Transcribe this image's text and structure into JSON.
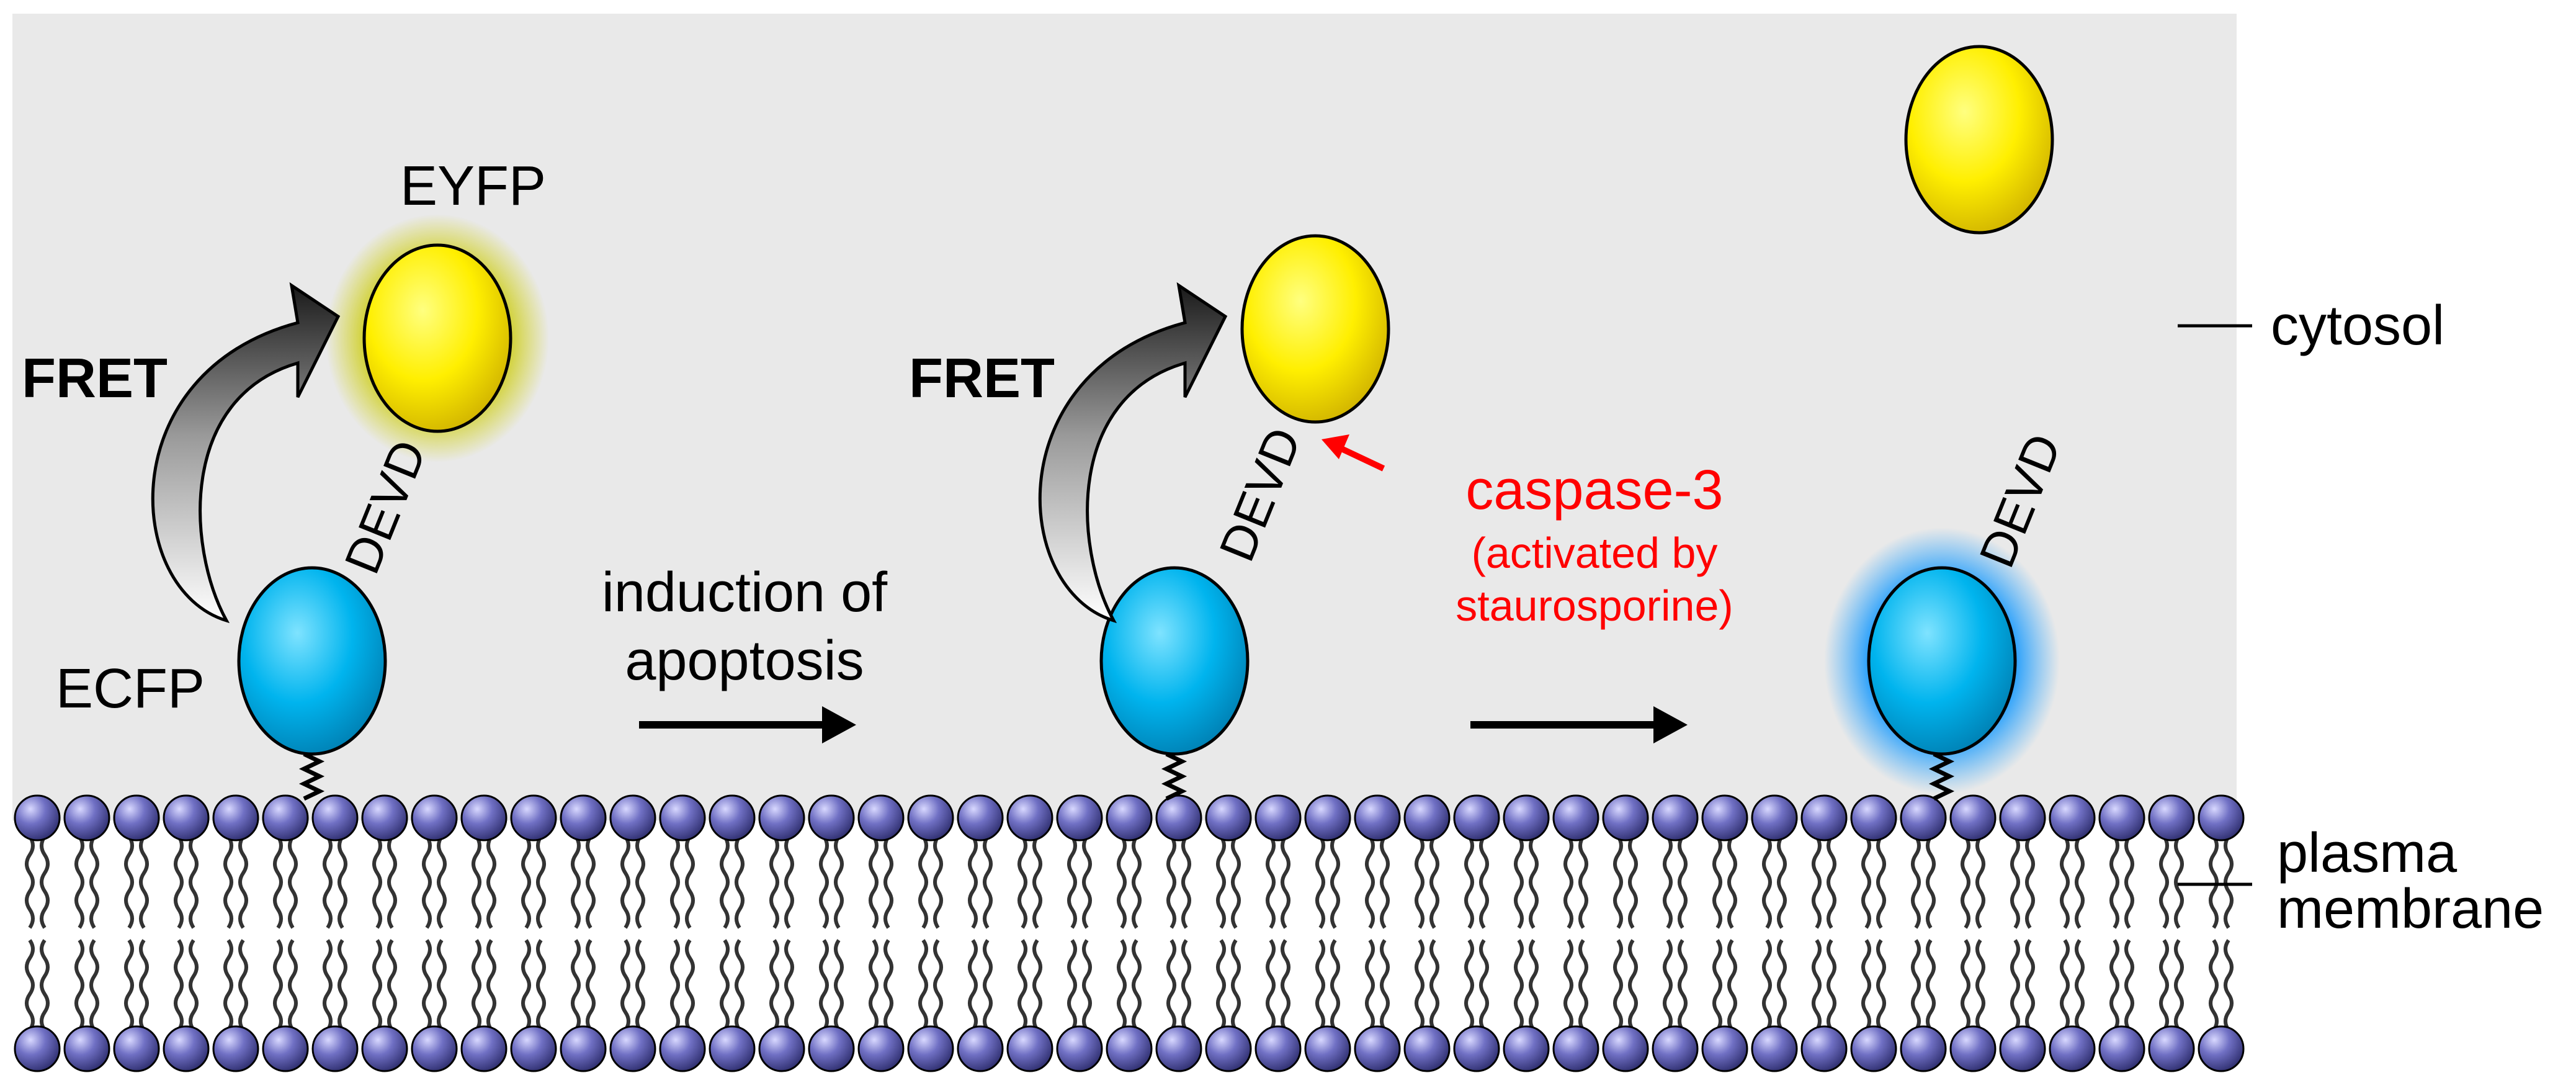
{
  "labels": {
    "eyfp": "EYFP",
    "ecfp": "ECFP",
    "fret_1": "FRET",
    "fret_2": "FRET",
    "devd_1": "DEVD",
    "devd_2": "DEVD",
    "devd_3": "DEVD",
    "induction_line1": "induction of",
    "induction_line2": "apoptosis",
    "caspase": "caspase-3",
    "activated_line1": "(activated by",
    "activated_line2": "staurosporine)",
    "cytosol": "cytosol",
    "plasma_line1": "plasma",
    "membrane_line2": "membrane"
  },
  "colors": {
    "cytosol_bg": "#e9e9e9",
    "eyfp_yellow": "#ffff00",
    "ecfp_blue": "#00b8f0",
    "lipid_head": "#5a5aa8",
    "caspase_red": "#ff0000",
    "arrow_black": "#000000"
  }
}
